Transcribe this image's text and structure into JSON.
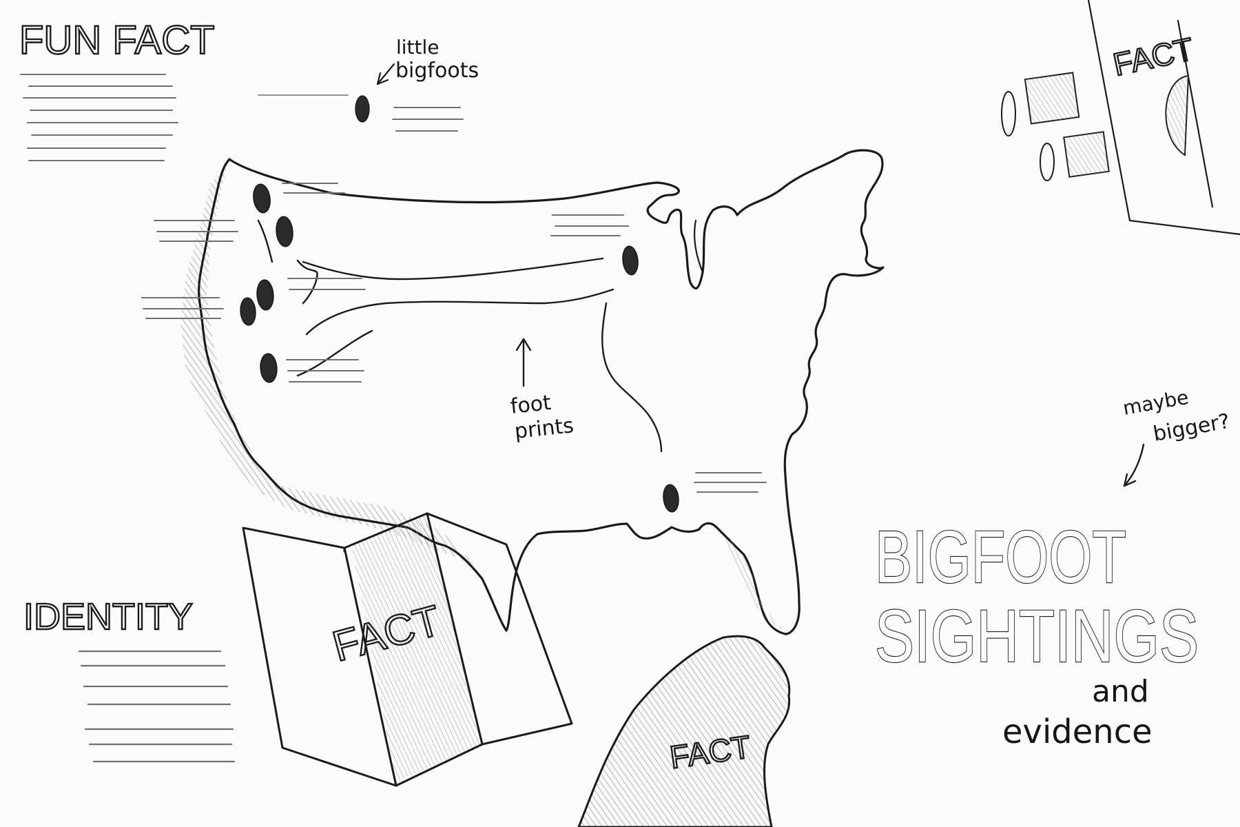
{
  "page": {
    "background": "#fbfbfb",
    "ink": "#1a1a1a",
    "pencil": "#6f6f6f"
  },
  "panels": {
    "fun_fact": "FUN FACT",
    "identity": "IDENTITY"
  },
  "annotations": {
    "little_line1": "little",
    "little_line2": "bigfoots",
    "foot_line1": "foot",
    "foot_line2": "prints",
    "maybe_line1": "maybe",
    "maybe_line2": "bigger?"
  },
  "fact_labels": {
    "folded_card": "FACT",
    "mexico": "FACT",
    "corner_card": "FACT"
  },
  "title": {
    "line1": "BIGFOOT",
    "line2": "SIGHTINGS",
    "sub1": "and",
    "sub2": "evidence"
  },
  "icons": [
    "footprint-icon",
    "arrow-icon"
  ]
}
